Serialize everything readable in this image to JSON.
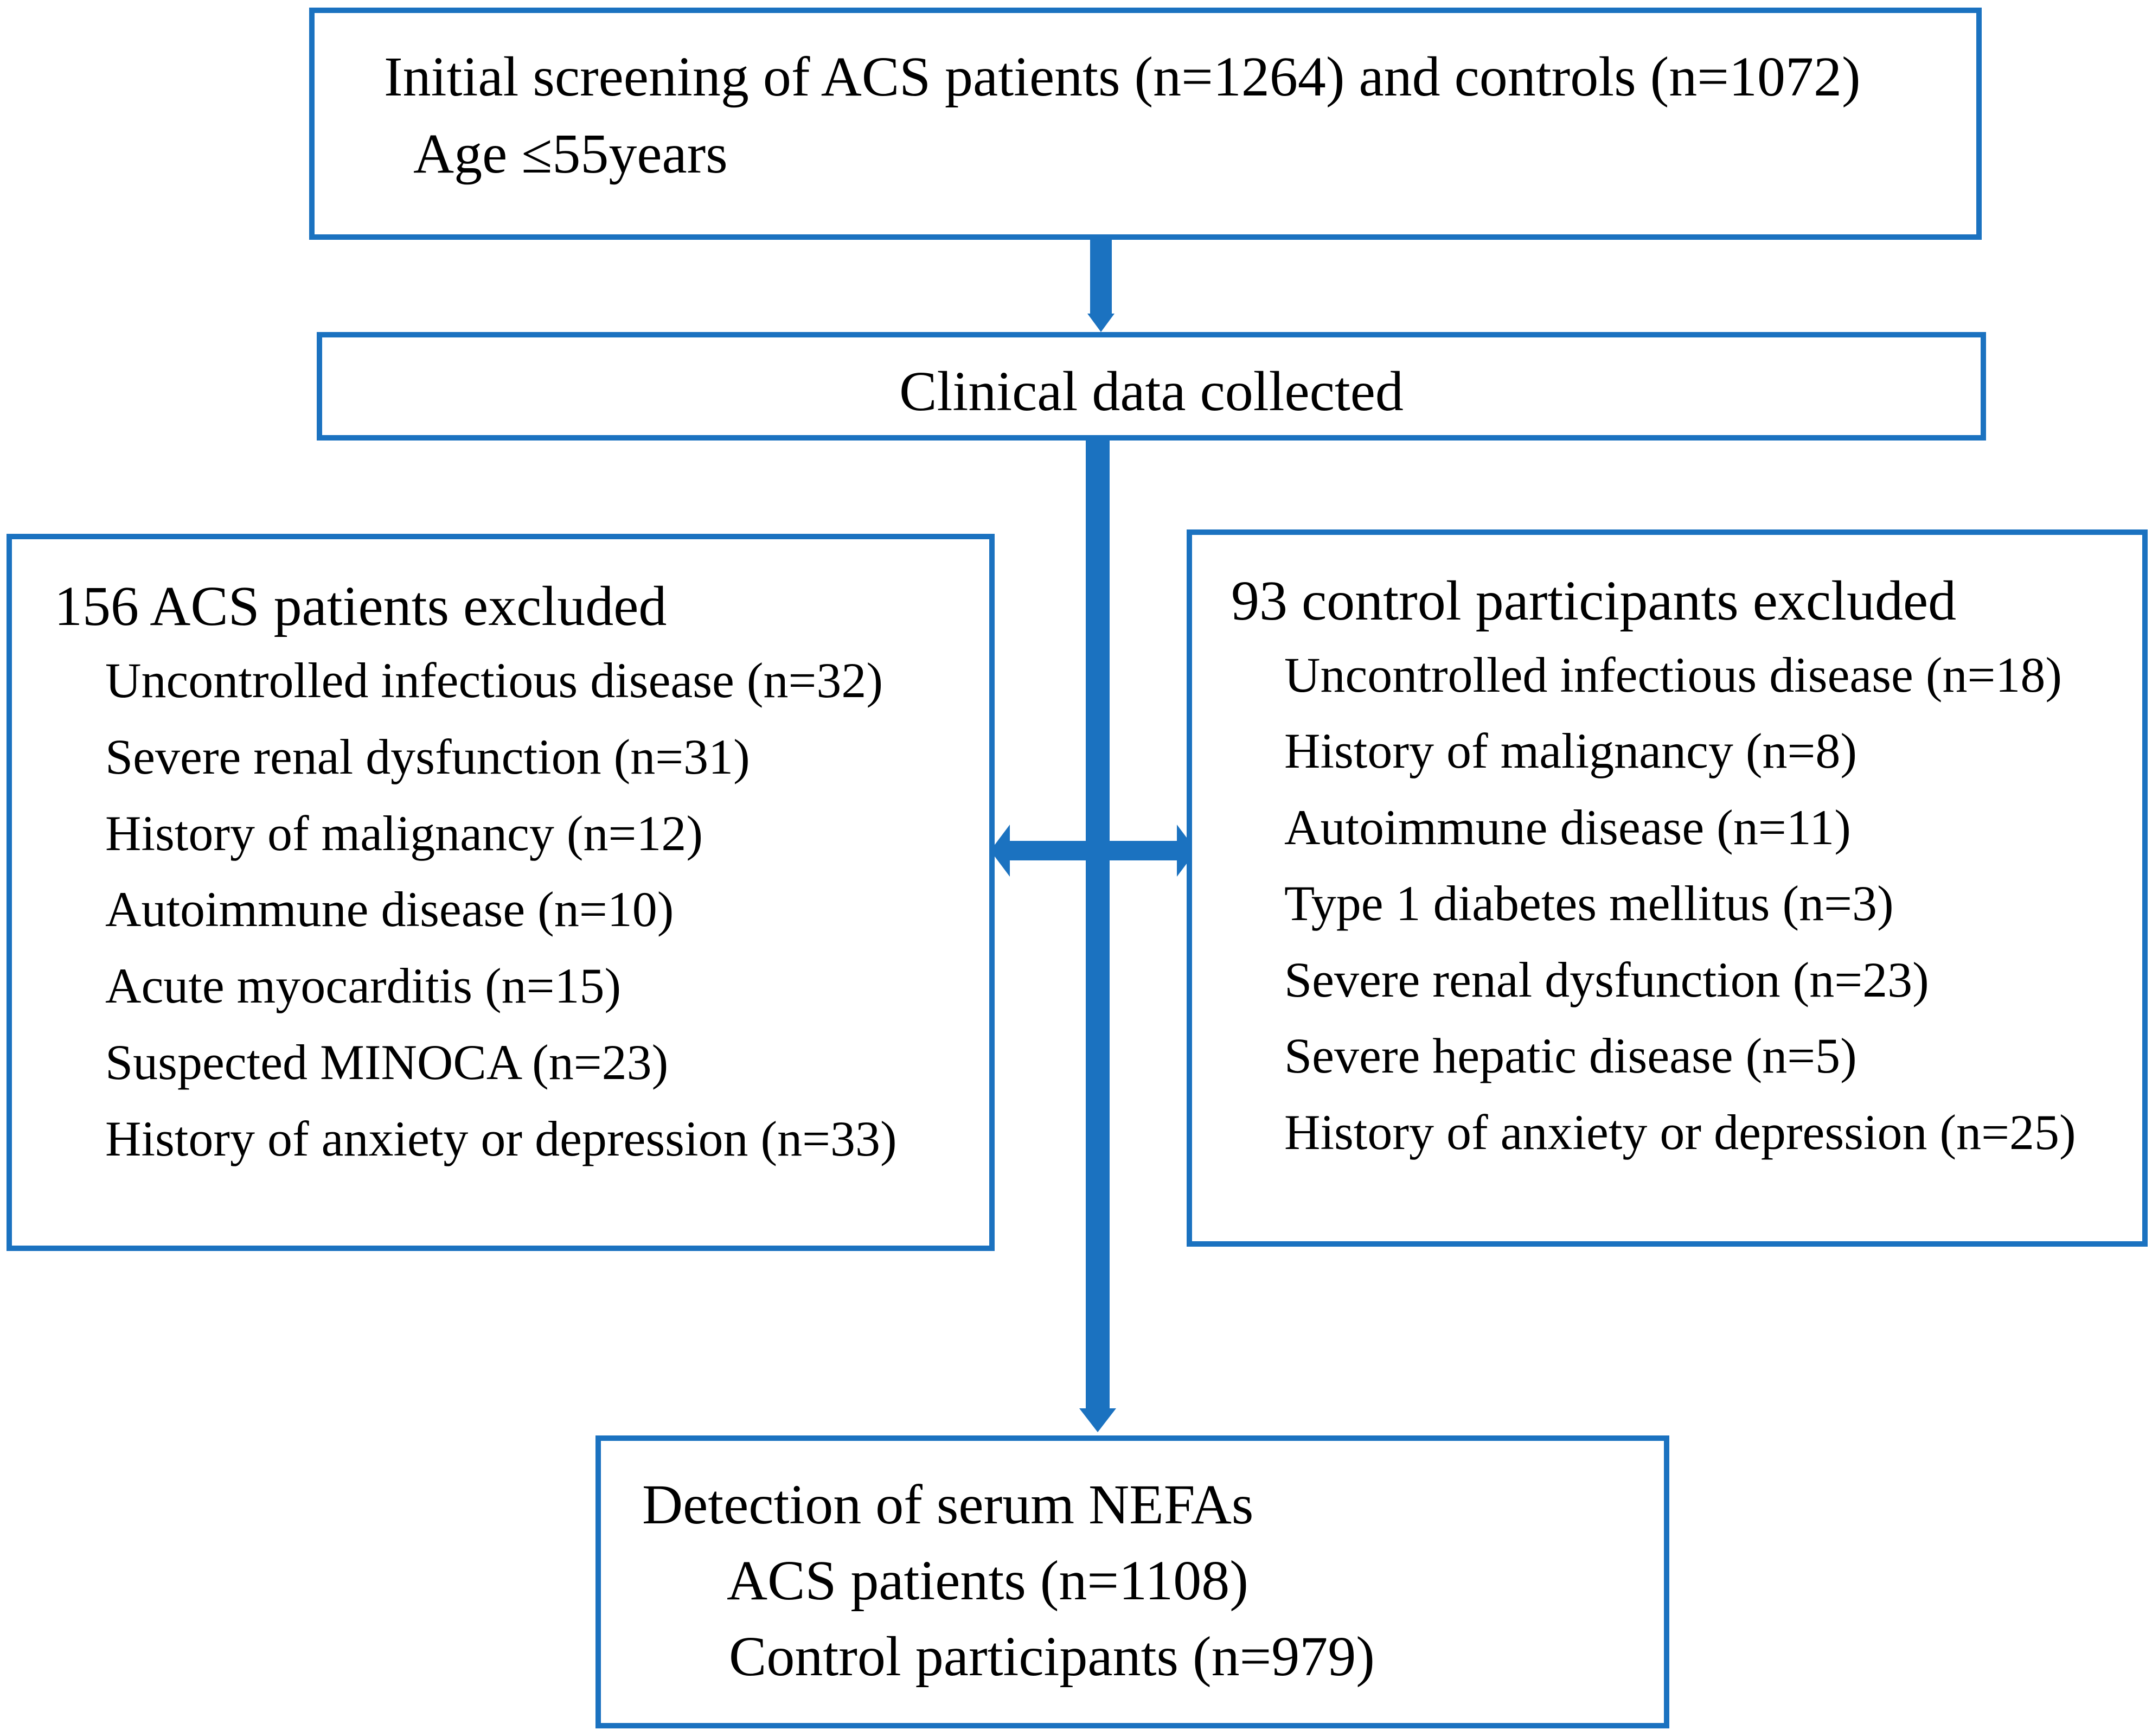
{
  "colors": {
    "accent": "#1B72C0",
    "text": "#000000",
    "background": "#ffffff"
  },
  "screening": {
    "line1": "Initial screening of ACS patients (n=1264) and controls (n=1072)",
    "line2": "Age ≤55years"
  },
  "clinical": {
    "label": "Clinical data collected"
  },
  "acs_excluded": {
    "title": "156 ACS patients excluded",
    "items": [
      "Uncontrolled infectious disease (n=32)",
      "Severe renal dysfunction (n=31)",
      "History of malignancy (n=12)",
      "Autoimmune disease (n=10)",
      "Acute myocarditis (n=15)",
      "Suspected MINOCA (n=23)",
      "History of anxiety or depression (n=33)"
    ]
  },
  "control_excluded": {
    "title": "93 control participants excluded",
    "items": [
      "Uncontrolled infectious disease (n=18)",
      "History of malignancy (n=8)",
      "Autoimmune disease (n=11)",
      "Type 1 diabetes mellitus (n=3)",
      "Severe renal dysfunction (n=23)",
      "Severe hepatic disease (n=5)",
      "History of anxiety or depression (n=25)"
    ]
  },
  "detection": {
    "title": "Detection of serum NEFAs",
    "items": [
      "ACS patients (n=1108)",
      "Control participants (n=979)"
    ]
  }
}
